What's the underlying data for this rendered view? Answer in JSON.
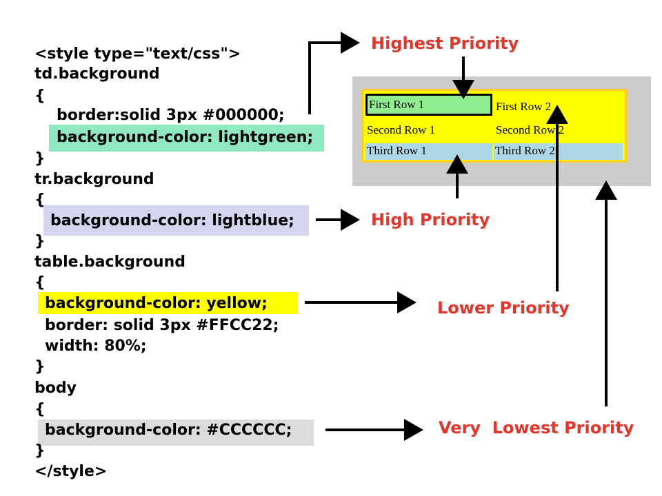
{
  "code": {
    "lines": [
      "<style type=\"text/css\">",
      "td.background",
      "{",
      "border:solid 3px #000000;",
      "background-color: lightgreen;",
      "}",
      "tr.background",
      "{",
      "background-color: lightblue;",
      "}",
      "table.background",
      "{",
      "background-color: yellow;",
      "border: solid 3px #FFCC22;",
      "width: 80%;",
      "}",
      "body",
      "{",
      "background-color: #CCCCCC;",
      "}",
      "</style>"
    ]
  },
  "labels": {
    "highest": "Highest Priority",
    "high": "High Priority",
    "lower": "Lower Priority",
    "lowest": "Very  Lowest Priority"
  },
  "table": {
    "rows": [
      [
        "First Row 1",
        "First Row 2"
      ],
      [
        "Second Row 1",
        "Second Row 2"
      ],
      [
        "Third Row 1",
        "Third Row 2"
      ]
    ]
  },
  "colors": {
    "label": "#e5342a",
    "lightgreen": "#90ee90",
    "lightblue": "#add8e6",
    "yellow": "#ffff00",
    "table_border": "#ffcc22",
    "body_bg": "#cccccc",
    "hl_green": "#8fe8c0",
    "hl_blue": "#d4d6f0",
    "hl_grey": "#dcdcdc"
  }
}
